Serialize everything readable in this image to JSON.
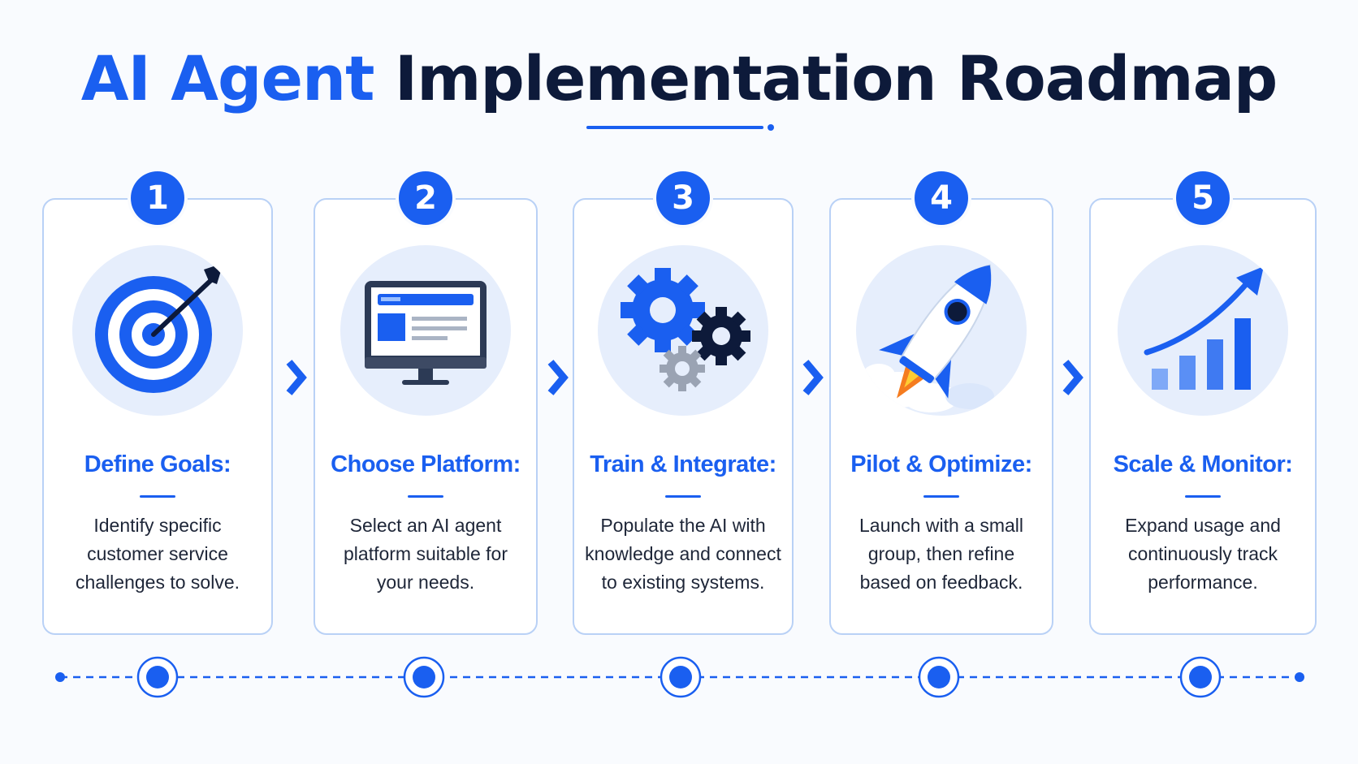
{
  "title": {
    "accent": "AI Agent",
    "rest": "Implementation Roadmap"
  },
  "colors": {
    "accent": "#1a5ff0",
    "dark": "#0d1a3a",
    "card_border": "#b9d1f6",
    "icon_bg": "#e6eefc"
  },
  "steps": [
    {
      "number": "1",
      "title": "Define Goals:",
      "lines": [
        "Identify specific",
        "customer service",
        "challenges to solve."
      ],
      "icon": "target-icon"
    },
    {
      "number": "2",
      "title": "Choose Platform:",
      "lines": [
        "Select an AI agent",
        "platform suitable for",
        "your needs."
      ],
      "icon": "monitor-icon"
    },
    {
      "number": "3",
      "title": "Train & Integrate:",
      "lines": [
        "Populate the AI with",
        "knowledge and connect",
        "to existing systems."
      ],
      "icon": "gears-icon"
    },
    {
      "number": "4",
      "title": "Pilot & Optimize:",
      "lines": [
        "Launch with a small",
        "group, then refine",
        "based on feedback."
      ],
      "icon": "rocket-icon"
    },
    {
      "number": "5",
      "title": "Scale & Monitor:",
      "lines": [
        "Expand usage and",
        "continuously track",
        "performance."
      ],
      "icon": "growth-chart-icon"
    }
  ]
}
